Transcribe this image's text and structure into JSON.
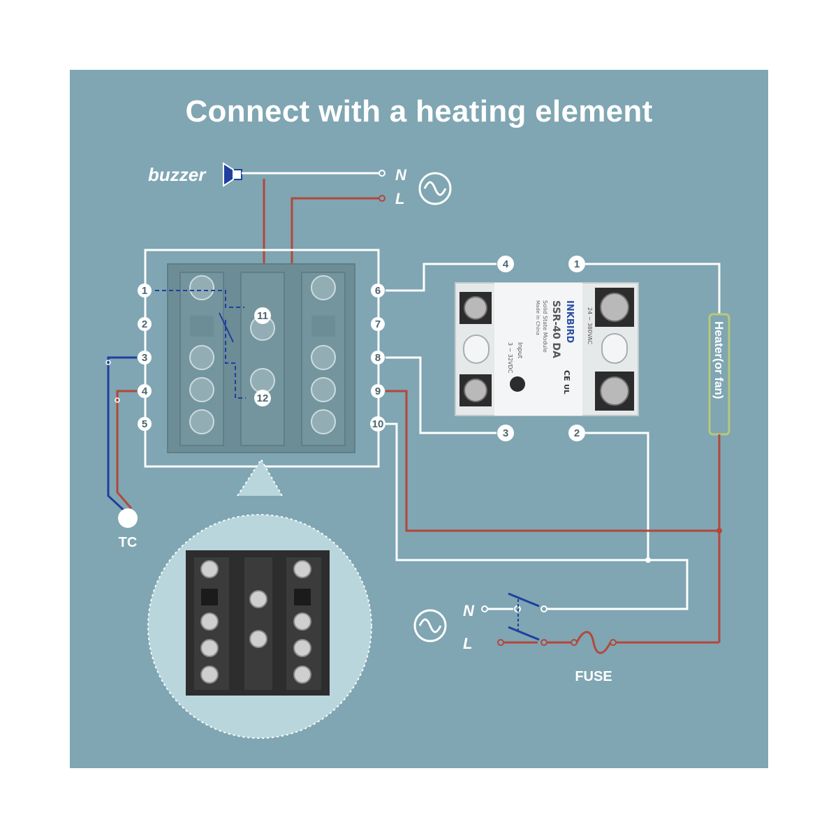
{
  "title": "Connect with a heating element",
  "labels": {
    "buzzer": "buzzer",
    "n_top": "N",
    "l_top": "L",
    "n_bottom": "N",
    "l_bottom": "L",
    "tc": "TC",
    "fuse": "FUSE",
    "heater": "Heater(or fan)"
  },
  "controller_terminals_left": [
    "1",
    "2",
    "3",
    "4",
    "5"
  ],
  "controller_terminals_right": [
    "6",
    "7",
    "8",
    "9",
    "10"
  ],
  "controller_terminals_mid": [
    "11",
    "12"
  ],
  "ssr": {
    "brand": "INKBIRD",
    "model": "SSR-40 DA",
    "subtitle": "Solid State Module",
    "made": "Made in China",
    "load_rating": "24 ~ 380VAC",
    "input_label": "Input",
    "input_rating": "3 ~ 32VDC",
    "terminals": [
      "4",
      "3",
      "1",
      "2"
    ],
    "ce": "CE",
    "ul": "UL"
  },
  "colors": {
    "background": "#7fa6b2",
    "wire_white": "#ffffff",
    "wire_red": "#b5463a",
    "wire_blue": "#1f3f9e"
  }
}
